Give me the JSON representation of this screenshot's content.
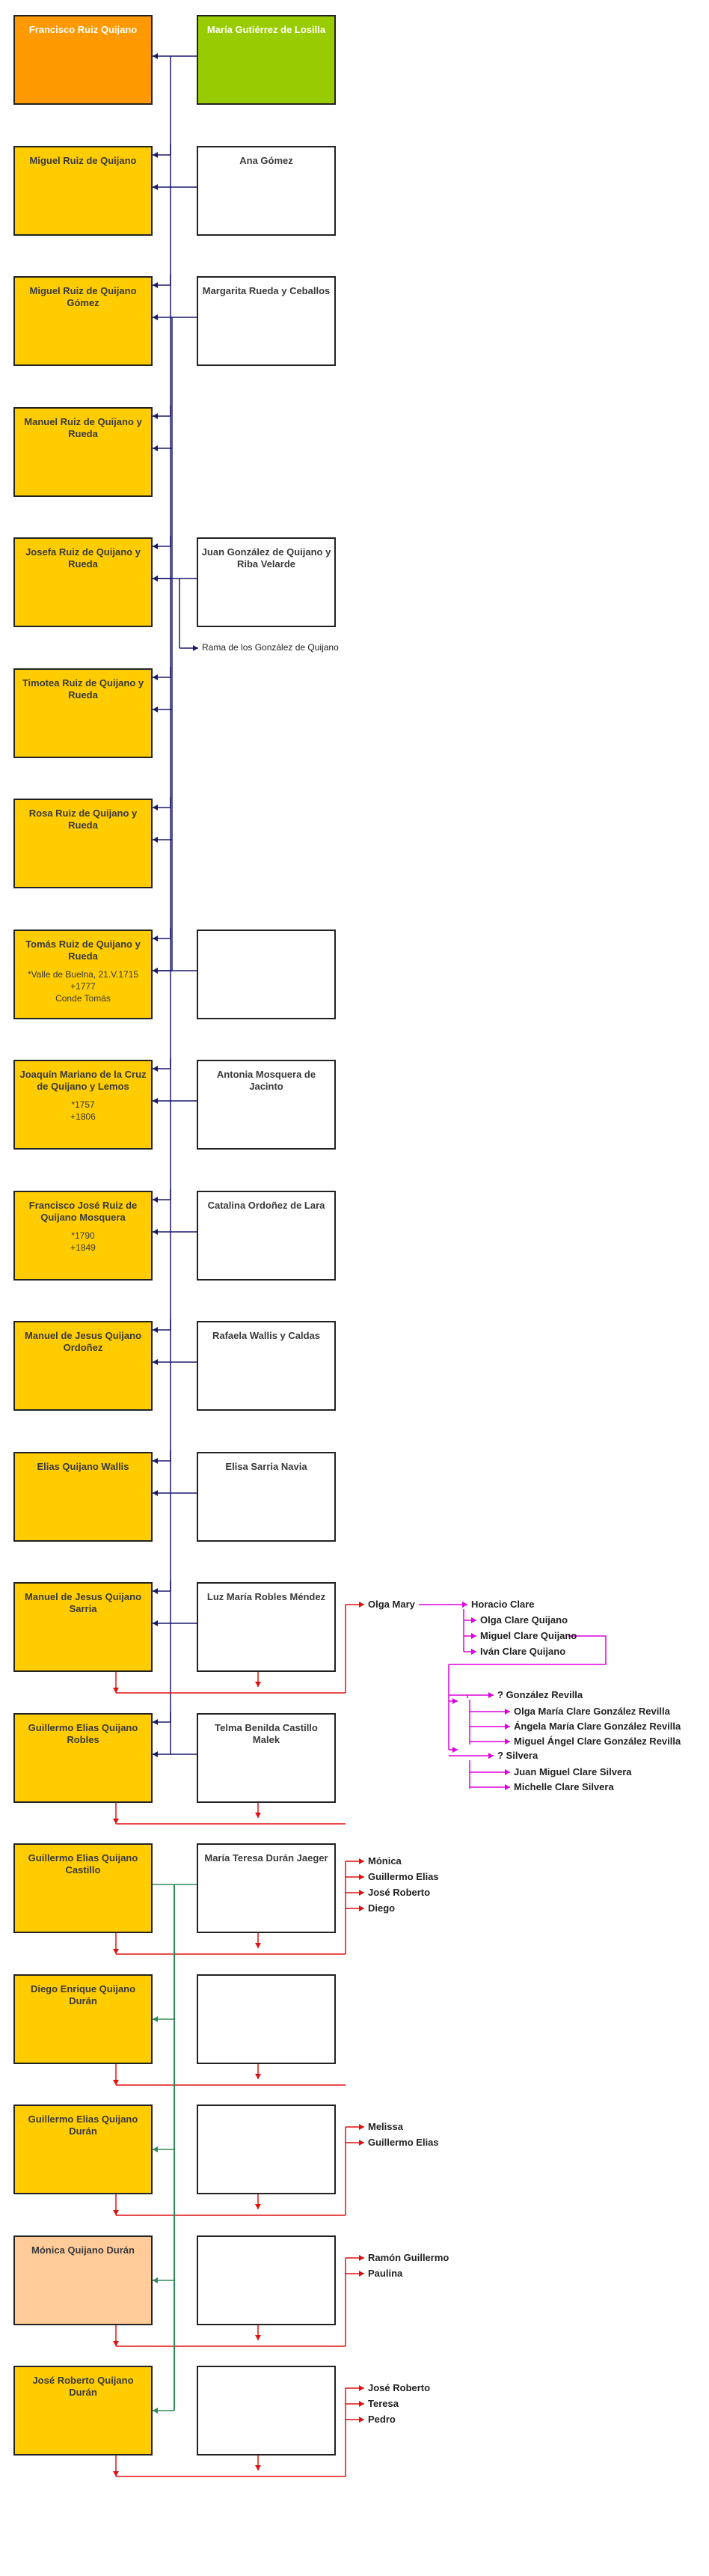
{
  "generations": [
    {
      "name": "Francisco Ruiz Quijano",
      "spouse": "María Gutiérrez de Losilla"
    },
    {
      "name": "Miguel Ruiz de Quijano",
      "spouse": "Ana Gómez"
    },
    {
      "name": "Miguel Ruiz de Quijano Gómez",
      "spouse": "Margarita Rueda y Ceballos"
    },
    {
      "name": "Manuel Ruiz de Quijano y Rueda"
    },
    {
      "name": "Josefa Ruiz de Quijano y Rueda",
      "spouse": "Juan González de Quijano y Riba Velarde"
    },
    {
      "name": "Timotea Ruiz de Quijano y Rueda"
    },
    {
      "name": "Rosa Ruiz de Quijano y Rueda"
    },
    {
      "name": "Tomás Ruiz de Quijano y Rueda",
      "details": [
        "*Valle de Buelna, 21.V.1715",
        "+1777",
        "Conde Tomás"
      ],
      "spouse": ""
    },
    {
      "name": "Joaquín Mariano de la Cruz de Quijano y Lemos",
      "details": [
        "*1757",
        "+1806"
      ],
      "spouse": "Antonia Mosquera de Jacinto"
    },
    {
      "name": "Francisco José Ruiz de Quijano Mosquera",
      "details": [
        "*1790",
        "+1849"
      ],
      "spouse": "Catalina Ordoñez de Lara"
    },
    {
      "name": "Manuel de Jesus Quijano Ordoñez",
      "spouse": "Rafaela Wallis y Caldas"
    },
    {
      "name": "Elias Quijano Wallis",
      "spouse": "Elisa Sarria Navia"
    },
    {
      "name": "Manuel de Jesus Quijano Sarria",
      "spouse": "Luz María Robles Méndez"
    },
    {
      "name": "Guillermo Elias Quijano Robles",
      "spouse": "Telma Benilda Castillo Malek"
    },
    {
      "name": "Guillermo Elias Quijano Castillo",
      "spouse": "María Teresa Durán Jaeger"
    },
    {
      "name": "Diego Enrique Quijano Durán",
      "spouse": ""
    },
    {
      "name": "Guillermo Elias Quijano Durán",
      "spouse": ""
    },
    {
      "name": "Mónica Quijano Durán",
      "spouse": ""
    },
    {
      "name": "José Roberto Quijano Durán",
      "spouse": ""
    }
  ],
  "branch_note": "Rama de los González de Quijano",
  "side_branch": {
    "olga": "Olga Mary",
    "horacio": "Horacio Clare",
    "olga_clare": "Olga Clare Quijano",
    "miguel_clare": "Miguel Clare Quijano",
    "ivan_clare": "Iván Clare Quijano",
    "gonzalez_revilla": "? González Revilla",
    "gr_children": [
      "Olga María Clare González Revilla",
      "Ángela María Clare González Revilla",
      "Miguel Ángel Clare González Revilla"
    ],
    "silvera": "? Silvera",
    "silvera_children": [
      "Juan Miguel Clare Silvera",
      "Michelle Clare Silvera"
    ]
  },
  "children_groups": [
    {
      "of": "Guillermo Elias Quijano Castillo",
      "names": [
        "Mónica",
        "Guillermo Elias",
        "José Roberto",
        "Diego"
      ]
    },
    {
      "of": "Guillermo Elias Quijano Durán",
      "names": [
        "Melissa",
        "Guillermo Elias"
      ]
    },
    {
      "of": "Mónica Quijano Durán",
      "names": [
        "Ramón Guillermo",
        "Paulina"
      ]
    },
    {
      "of": "José Roberto Quijano Durán",
      "names": [
        "José Roberto",
        "Teresa",
        "Pedro"
      ]
    }
  ],
  "colors": {
    "first": "#ff9900",
    "main": "#ffcc00",
    "light": "#ffcc99",
    "spouse_first": "#99cc00",
    "spouse": "#ffffff",
    "line_navy": "#1a1a6e",
    "line_red": "#e01010",
    "line_magenta": "#dd00dd",
    "line_green": "#2e8b57"
  }
}
